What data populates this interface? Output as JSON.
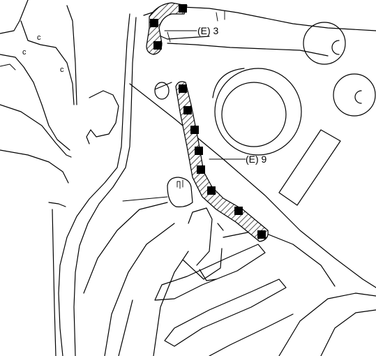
{
  "callouts": [
    {
      "id": "e3",
      "label": "(E) 3"
    },
    {
      "id": "e9",
      "label": "(E) 9"
    }
  ],
  "panel_marks": [
    "c",
    "c",
    "c"
  ],
  "clip_symbol": "■",
  "colors": {
    "line": "#000000",
    "background": "#ffffff",
    "clip": "#000000"
  }
}
